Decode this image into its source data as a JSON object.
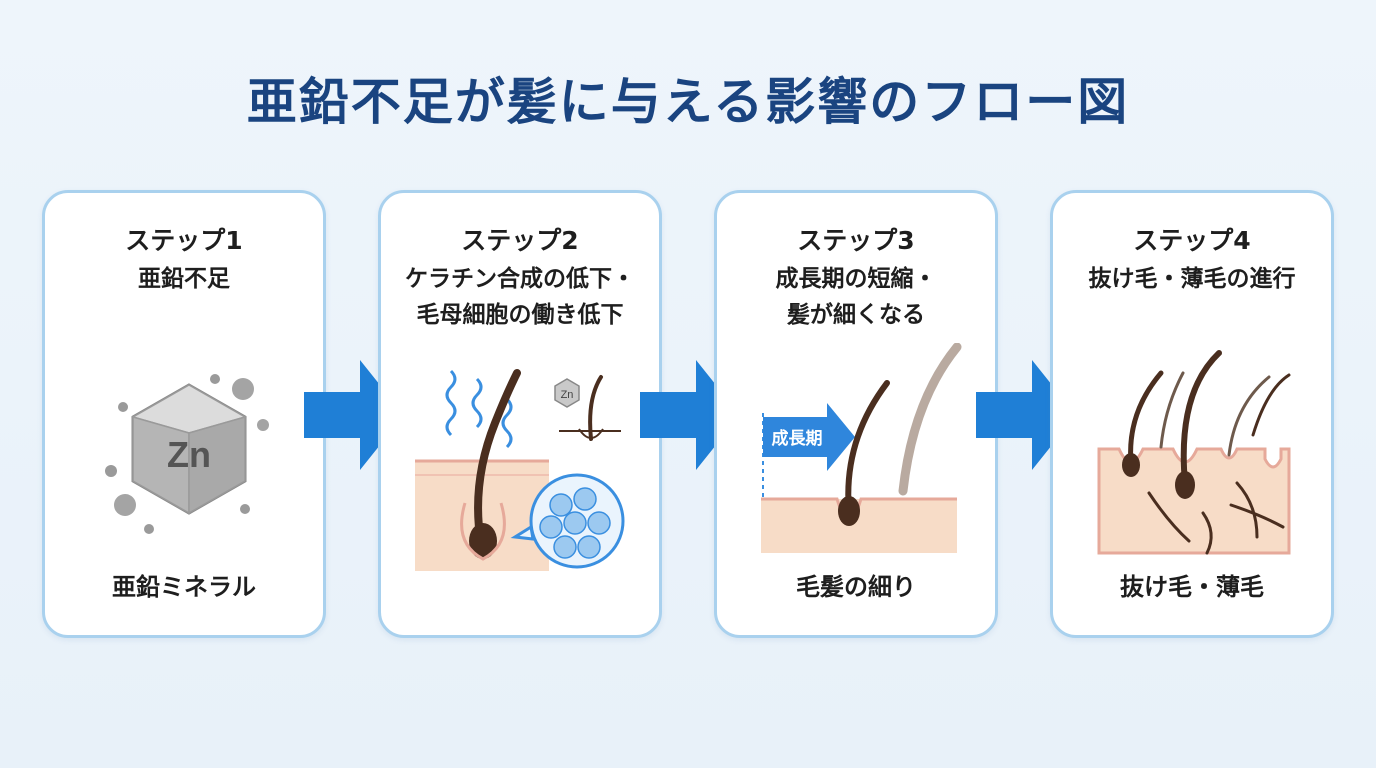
{
  "title": "亜鉛不足が髪に与える影響のフロー図",
  "steps": [
    {
      "step": "ステップ1",
      "heading_lines": [
        "亜鉛不足"
      ],
      "caption": "亜鉛ミネラル",
      "icon": "zinc-mineral-icon",
      "symbol": "Zn"
    },
    {
      "step": "ステップ2",
      "heading_lines": [
        "ケラチン合成の低下・",
        "毛母細胞の働き低下"
      ],
      "caption": "",
      "icon": "hair-follicle-cells-icon",
      "symbol": "Zn"
    },
    {
      "step": "ステップ3",
      "heading_lines": [
        "成長期の短縮・",
        "髪が細くなる"
      ],
      "caption": "毛髪の細り",
      "icon": "thinning-hair-icon",
      "tag": "成長期"
    },
    {
      "step": "ステップ4",
      "heading_lines": [
        "抜け毛・薄毛の進行"
      ],
      "caption": "抜け毛・薄毛",
      "icon": "hair-loss-icon"
    }
  ],
  "colors": {
    "title": "#1a4480",
    "card_border": "#a9d1ee",
    "arrow": "#1f7fd6",
    "skin": "#f7dcc7",
    "hair": "#4a2e1f"
  }
}
